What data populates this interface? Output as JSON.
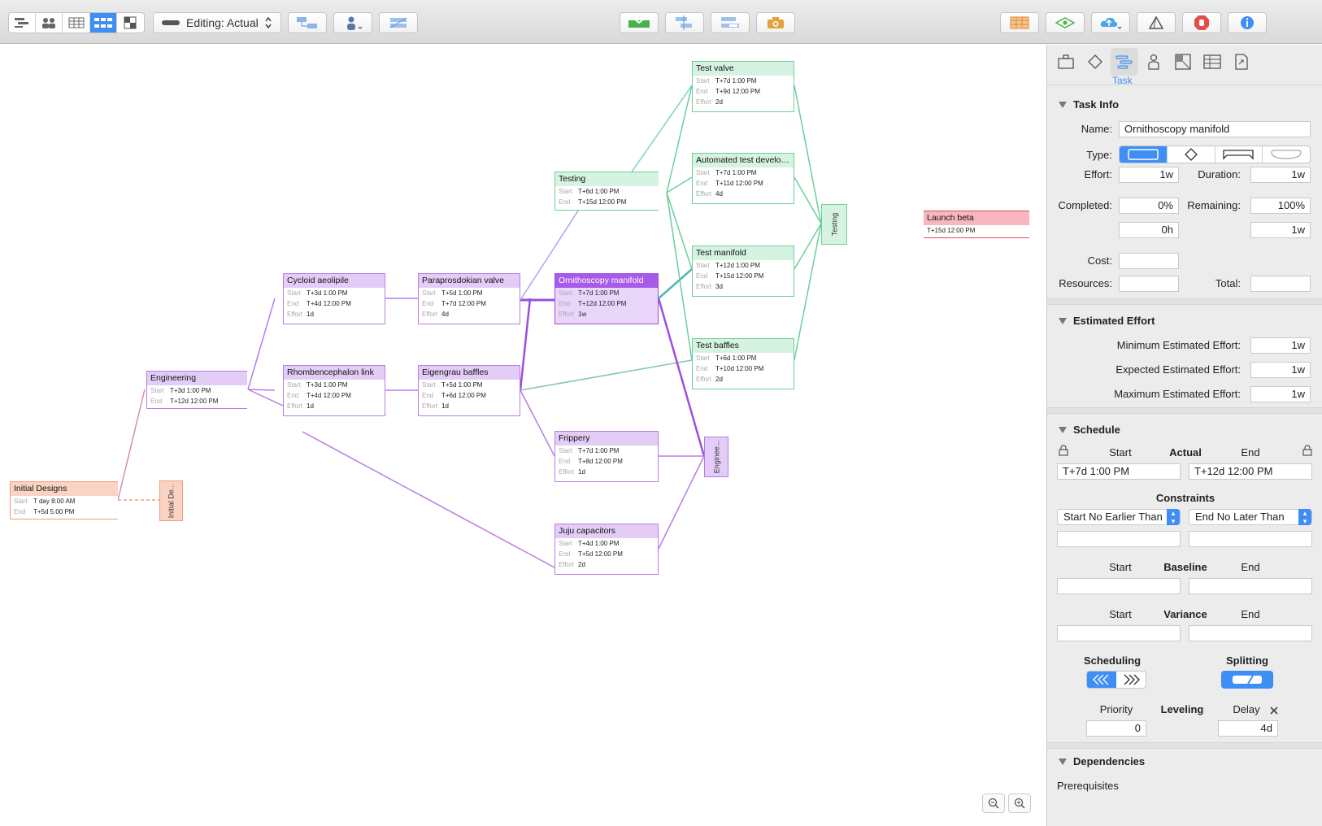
{
  "toolbar": {
    "editing_label": "Editing: Actual"
  },
  "canvas": {
    "nodes": {
      "initial_designs": {
        "title": "Initial Designs",
        "start": "T day 8:00 AM",
        "end": "T+5d 5:00 PM"
      },
      "engineering": {
        "title": "Engineering",
        "start": "T+3d 1:00 PM",
        "end": "T+12d 12:00 PM"
      },
      "cycloid": {
        "title": "Cycloid aeolipile",
        "start": "T+3d 1:00 PM",
        "end": "T+4d 12:00 PM",
        "effort": "1d"
      },
      "rhombencephalon": {
        "title": "Rhombencephalon link",
        "start": "T+3d 1:00 PM",
        "end": "T+4d 12:00 PM",
        "effort": "1d"
      },
      "paraprosdokian": {
        "title": "Paraprosdokian valve",
        "start": "T+5d 1:00 PM",
        "end": "T+7d 12:00 PM",
        "effort": "4d"
      },
      "eigengrau": {
        "title": "Eigengrau baffles",
        "start": "T+5d 1:00 PM",
        "end": "T+6d 12:00 PM",
        "effort": "1d"
      },
      "testing_group": {
        "title": "Testing",
        "start": "T+6d 1:00 PM",
        "end": "T+15d 12:00 PM"
      },
      "ornithoscopy": {
        "title": "Ornithoscopy manifold",
        "start": "T+7d 1:00 PM",
        "end": "T+12d 12:00 PM",
        "effort": "1w"
      },
      "frippery": {
        "title": "Frippery",
        "start": "T+7d 1:00 PM",
        "end": "T+8d 12:00 PM",
        "effort": "1d"
      },
      "juju": {
        "title": "Juju capacitors",
        "start": "T+4d 1:00 PM",
        "end": "T+5d 12:00 PM",
        "effort": "2d"
      },
      "test_valve": {
        "title": "Test valve",
        "start": "T+7d 1:00 PM",
        "end": "T+9d 12:00 PM",
        "effort": "2d"
      },
      "automated_test": {
        "title": "Automated test develo…",
        "start": "T+7d 1:00 PM",
        "end": "T+11d 12:00 PM",
        "effort": "4d"
      },
      "test_manifold": {
        "title": "Test manifold",
        "start": "T+12d 1:00 PM",
        "end": "T+15d 12:00 PM",
        "effort": "3d"
      },
      "test_baffles": {
        "title": "Test baffles",
        "start": "T+6d 1:00 PM",
        "end": "T+10d 12:00 PM",
        "effort": "2d"
      },
      "launch_beta": {
        "title": "Launch beta",
        "end": "T+15d 12:00 PM"
      }
    },
    "row_labels": {
      "start": "Start",
      "end": "End",
      "effort": "Effort"
    },
    "milestones": {
      "initial_designs_end": "Initial De...",
      "engineering_end": "Enginee...",
      "testing_end": "Testing"
    }
  },
  "inspector": {
    "active_tab_label": "Task",
    "task_info": {
      "heading": "Task Info",
      "name_label": "Name:",
      "name_value": "Ornithoscopy manifold",
      "type_label": "Type:",
      "effort_label": "Effort:",
      "effort_value": "1w",
      "duration_label": "Duration:",
      "duration_value": "1w",
      "completed_label": "Completed:",
      "completed_value": "0%",
      "remaining_label": "Remaining:",
      "remaining_value": "100%",
      "completed_time": "0h",
      "remaining_time": "1w",
      "cost_label": "Cost:",
      "cost_value": "",
      "resources_label": "Resources:",
      "resources_value": "",
      "total_label": "Total:",
      "total_value": ""
    },
    "estimated_effort": {
      "heading": "Estimated Effort",
      "min_label": "Minimum Estimated Effort:",
      "min_value": "1w",
      "expected_label": "Expected Estimated Effort:",
      "expected_value": "1w",
      "max_label": "Maximum Estimated Effort:",
      "max_value": "1w"
    },
    "schedule": {
      "heading": "Schedule",
      "start_label": "Start",
      "actual_label": "Actual",
      "end_label": "End",
      "actual_start": "T+7d 1:00 PM",
      "actual_end": "T+12d 12:00 PM",
      "constraints_label": "Constraints",
      "start_constraint": "Start No Earlier Than",
      "end_constraint": "End No Later Than",
      "start_constraint_value": "",
      "end_constraint_value": "",
      "baseline_label": "Baseline",
      "baseline_start": "",
      "baseline_end": "",
      "variance_label": "Variance",
      "variance_start": "",
      "variance_end": "",
      "scheduling_label": "Scheduling",
      "splitting_label": "Splitting",
      "priority_label": "Priority",
      "priority_value": "0",
      "leveling_label": "Leveling",
      "delay_label": "Delay",
      "delay_value": "4d"
    },
    "dependencies": {
      "heading": "Dependencies",
      "prerequisites_label": "Prerequisites"
    }
  },
  "colors": {
    "accent": "#3f8ef5",
    "engineering_purple": "#b77de6",
    "selected_purple": "#a85ae8",
    "testing_green": "#6ccf9a",
    "design_orange": "#f29a78",
    "launch_red": "#e8455a"
  }
}
